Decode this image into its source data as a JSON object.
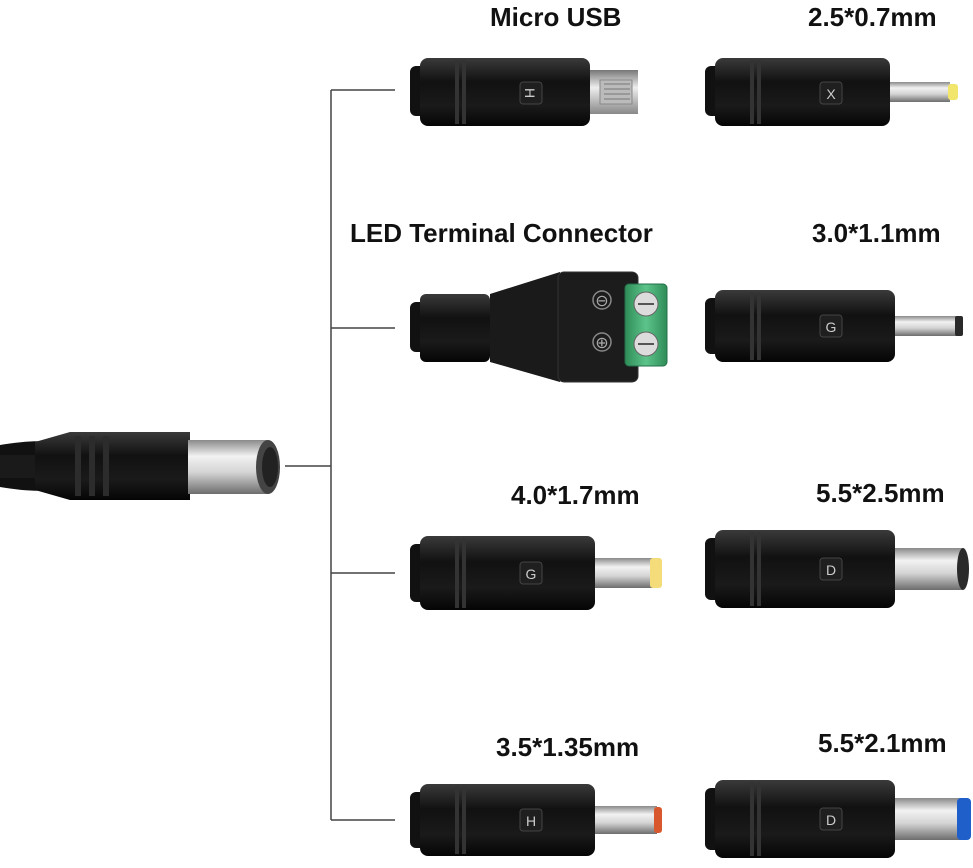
{
  "connectors": {
    "micro_usb": {
      "label": "Micro USB",
      "letter": "H"
    },
    "dc_2507": {
      "label": "2.5*0.7mm",
      "letter": "X",
      "tip_color": "#f2e56b"
    },
    "led_terminal": {
      "label": "LED Terminal Connector",
      "minus_symbol": "⊖",
      "plus_symbol": "⊕"
    },
    "dc_3011": {
      "label": "3.0*1.1mm",
      "letter": "G"
    },
    "dc_4017": {
      "label": "4.0*1.7mm",
      "letter": "G",
      "tip_color": "#f5dc7a"
    },
    "dc_5525": {
      "label": "5.5*2.5mm",
      "letter": "D"
    },
    "dc_35135": {
      "label": "3.5*1.35mm",
      "letter": "H",
      "tip_color": "#d9572c"
    },
    "dc_5521": {
      "label": "5.5*2.1mm",
      "letter": "D",
      "tip_color": "#1e5fc9"
    }
  },
  "colors": {
    "adapter_body": "#1c1c1c",
    "metal": "#c9c9c9",
    "terminal_block": "#3fa46a",
    "line": "#444444"
  }
}
